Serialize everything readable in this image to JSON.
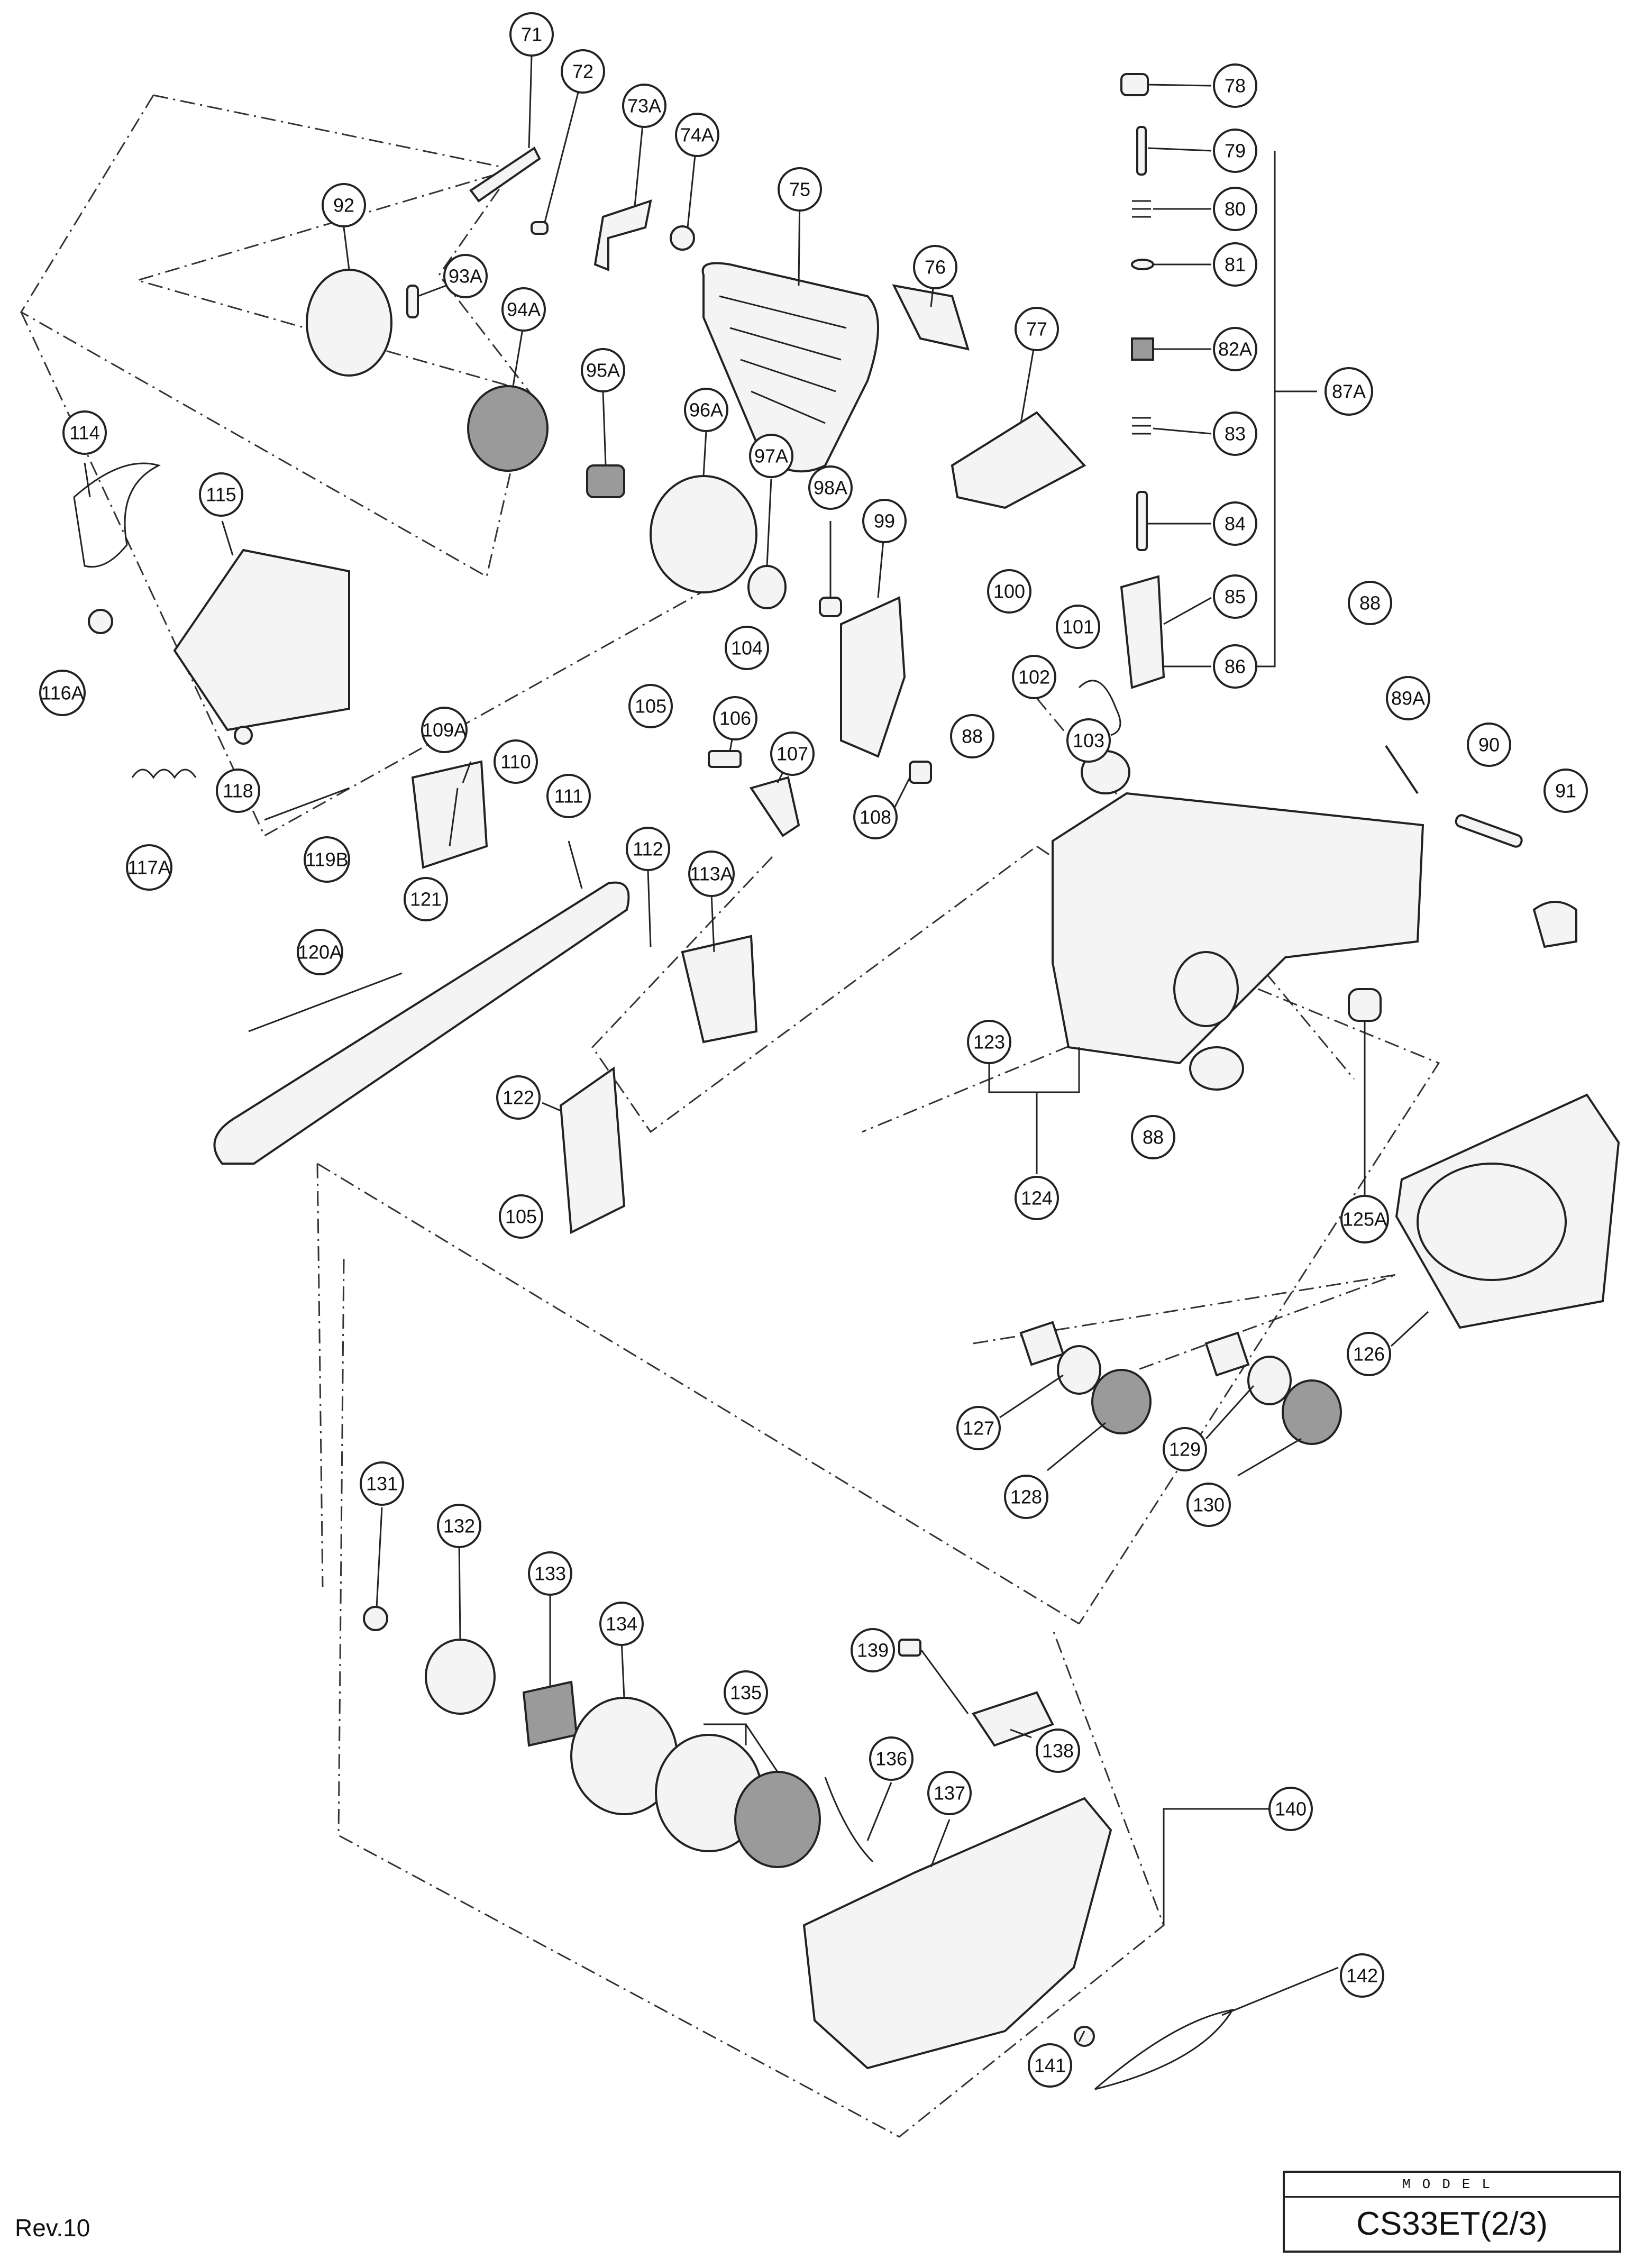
{
  "page": {
    "revision": "Rev.10",
    "model_label": "MODEL",
    "model_name": "CS33ET(2/3)"
  },
  "callouts": [
    "71",
    "72",
    "73A",
    "74A",
    "75",
    "76",
    "77",
    "78",
    "79",
    "80",
    "81",
    "82A",
    "83",
    "84",
    "85",
    "86",
    "87A",
    "88",
    "89A",
    "90",
    "91",
    "92",
    "93A",
    "94A",
    "95A",
    "96A",
    "97A",
    "98A",
    "99",
    "100",
    "101",
    "102",
    "103",
    "104",
    "105",
    "106",
    "107",
    "108",
    "109A",
    "110",
    "111",
    "112",
    "113A",
    "114",
    "115",
    "116A",
    "117A",
    "118",
    "119B",
    "120A",
    "121",
    "122",
    "123",
    "124",
    "125A",
    "126",
    "127",
    "128",
    "129",
    "130",
    "131",
    "132",
    "133",
    "134",
    "135",
    "136",
    "137",
    "138",
    "139",
    "140",
    "141",
    "142"
  ]
}
